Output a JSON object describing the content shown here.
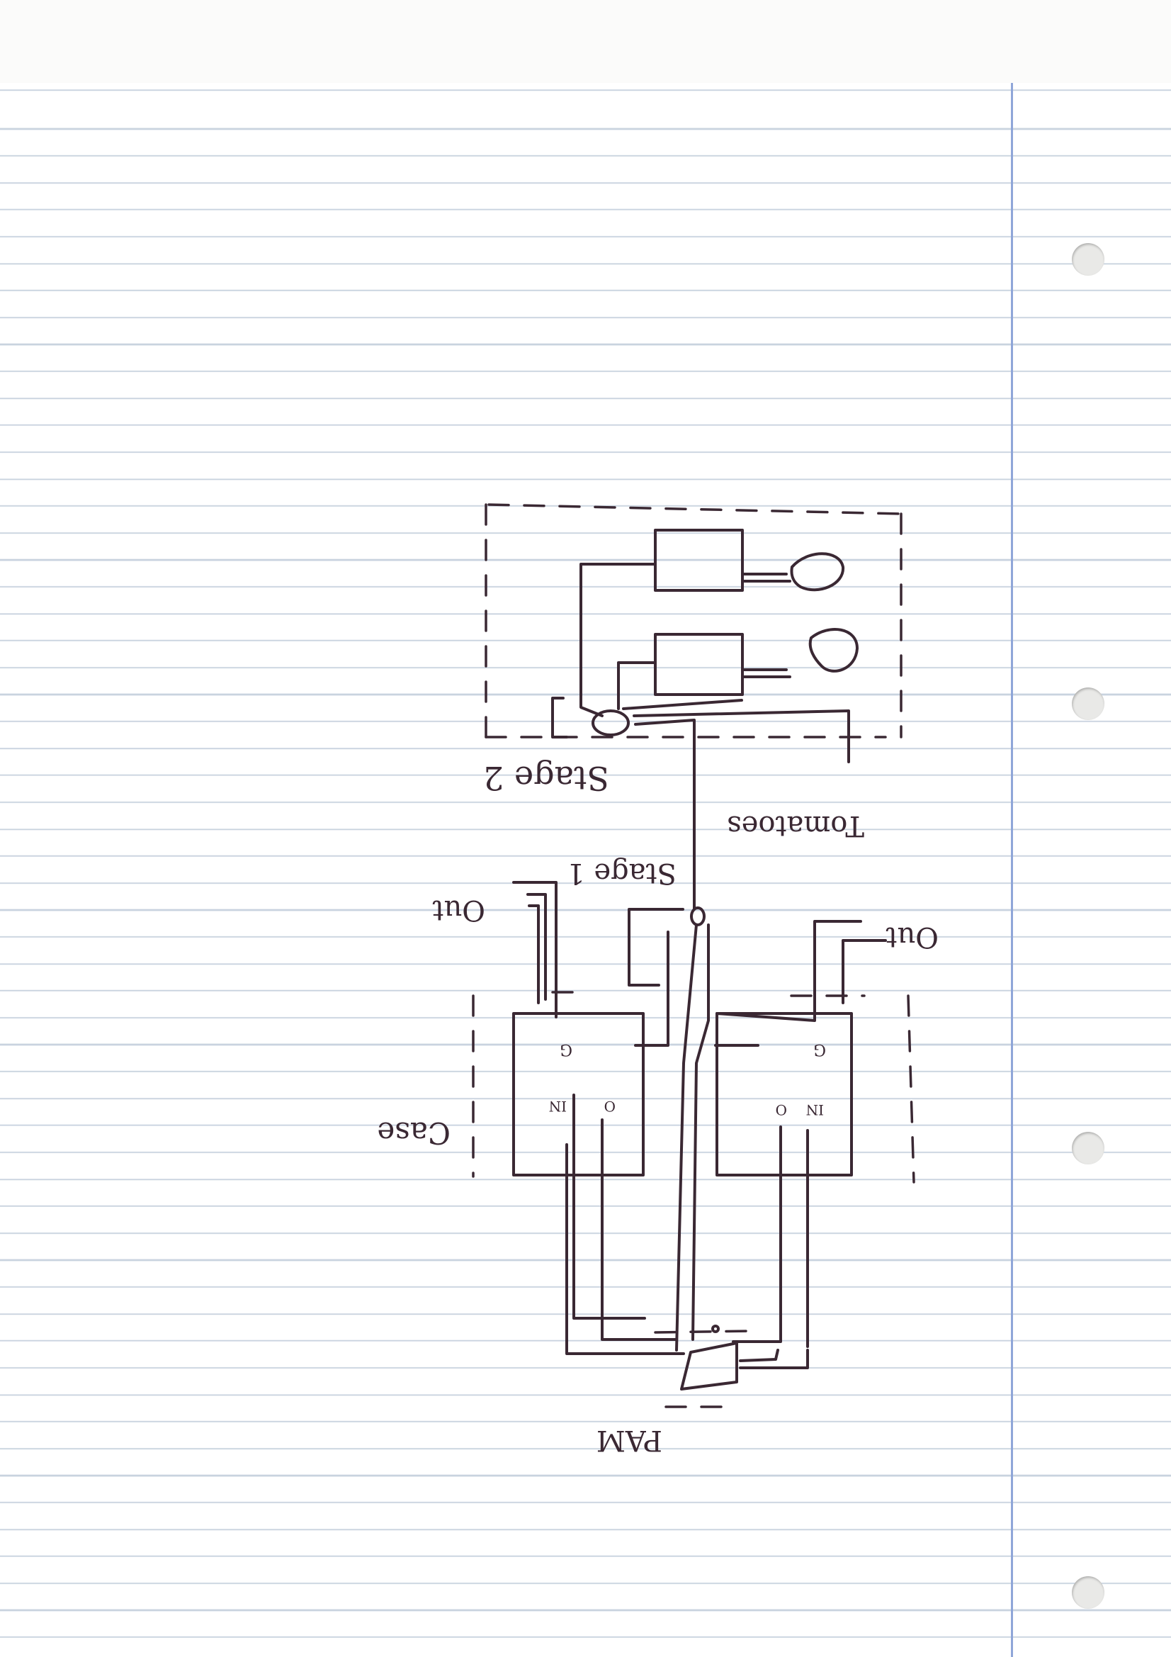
{
  "diagram": {
    "labels": {
      "stage2": "Stage 2",
      "stage1": "Stage 1",
      "tomatoes": "Tomatoes",
      "out_left": "Out",
      "out_right": "Out",
      "case": "Case",
      "pam": "PAM"
    },
    "pins": {
      "left_g": "G",
      "left_in": "IN",
      "left_out": "O",
      "right_g": "G",
      "right_in": "IN",
      "right_out": "O"
    },
    "components": {
      "lamp_1": "lamp",
      "lamp_2": "lamp"
    }
  }
}
